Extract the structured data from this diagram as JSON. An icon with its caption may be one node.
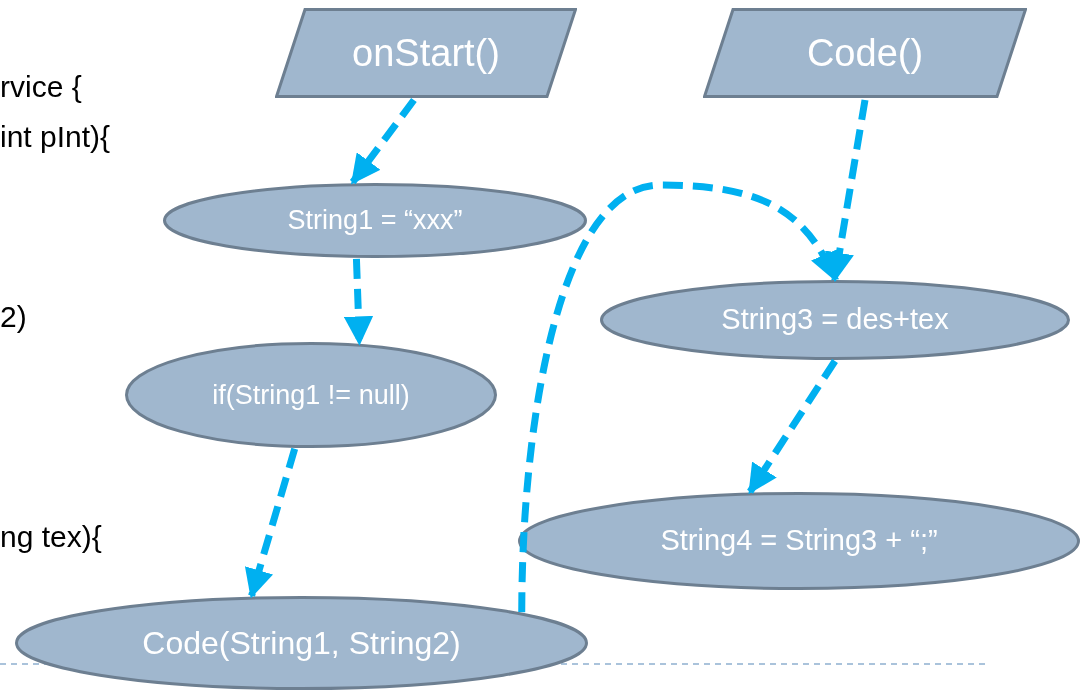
{
  "diagram": {
    "nodes": [
      {
        "text": [
          "onStart()"
        ]
      },
      {
        "text": [
          "Code()"
        ]
      },
      {
        "text": [
          "String1 = “xxx”"
        ]
      },
      {
        "text": [
          "String3 = des+tex"
        ]
      },
      {
        "text": [
          "if(String1 != null)"
        ]
      },
      {
        "text": [
          "String4 = String3 + “;”"
        ]
      },
      {
        "text": [
          "Code(String1, String2)"
        ]
      }
    ],
    "edges": [
      {
        "from": 0,
        "to": 2,
        "arrow": "to",
        "style": "dashed"
      },
      {
        "from": 1,
        "to": 3,
        "arrow": "to",
        "style": "dashed"
      },
      {
        "from": 2,
        "to": 4,
        "arrow": "to",
        "style": "dashed"
      },
      {
        "from": 4,
        "to": 6,
        "arrow": "to",
        "style": "dashed"
      },
      {
        "from": 6,
        "to": 3,
        "arrow": "to",
        "style": "dashed"
      },
      {
        "from": 3,
        "to": 5,
        "arrow": "to",
        "style": "dashed"
      }
    ],
    "labels": [
      "rvice {",
      "int pInt){",
      "2)",
      "ng tex){"
    ]
  }
}
